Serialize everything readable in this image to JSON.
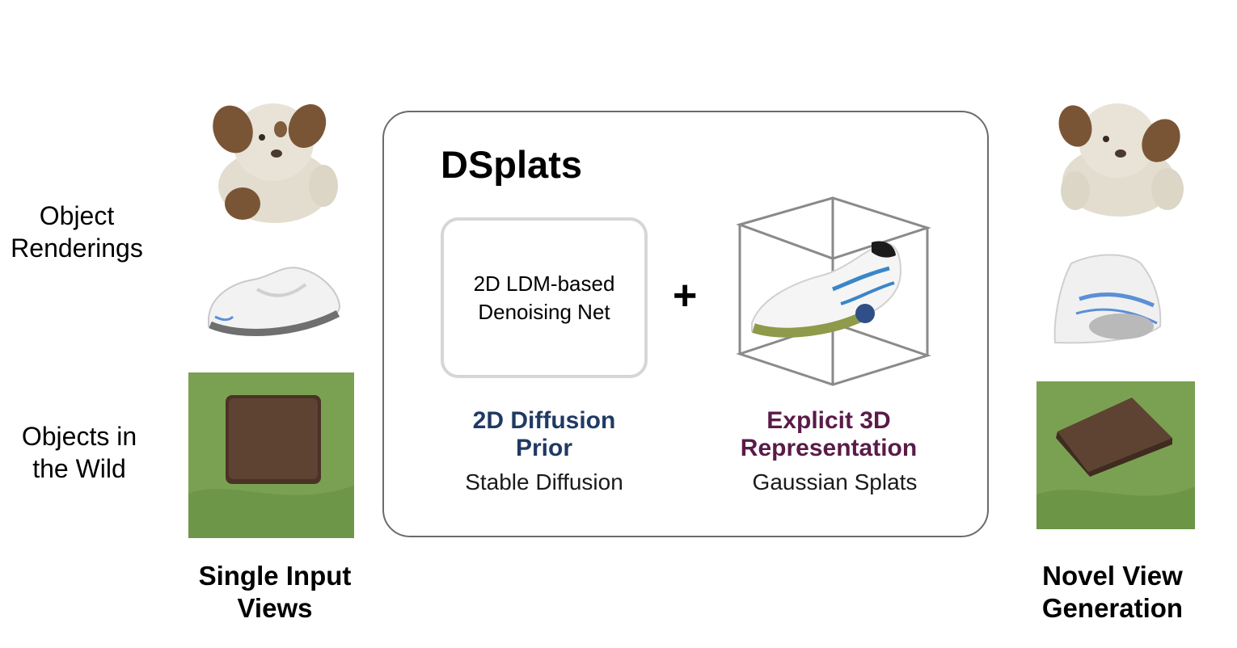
{
  "left_labels": {
    "object_renderings": [
      "Object",
      "Renderings"
    ],
    "objects_in_wild": [
      "Objects in",
      "the Wild"
    ]
  },
  "bottom_labels": {
    "input": [
      "Single Input",
      "Views"
    ],
    "output": [
      "Novel View",
      "Generation"
    ]
  },
  "panel": {
    "title": "DSplats",
    "net_label": [
      "2D LDM-based",
      "Denoising Net"
    ],
    "plus": "+",
    "diffusion": {
      "title": [
        "2D Diffusion",
        "Prior"
      ],
      "subtitle": "Stable Diffusion"
    },
    "explicit": {
      "title": [
        "Explicit 3D",
        "Representation"
      ],
      "subtitle": "Gaussian Splats"
    }
  },
  "icons": [
    "plush-dog-image",
    "sneaker-image",
    "wallet-image",
    "wireframe-cube-icon"
  ],
  "colors": {
    "diffusion_title": "#1f3a63",
    "explicit_title": "#5a1b48",
    "panel_border": "#6b6b6b",
    "net_border": "#d6d6d6",
    "wallet_background": "#7aa152"
  }
}
